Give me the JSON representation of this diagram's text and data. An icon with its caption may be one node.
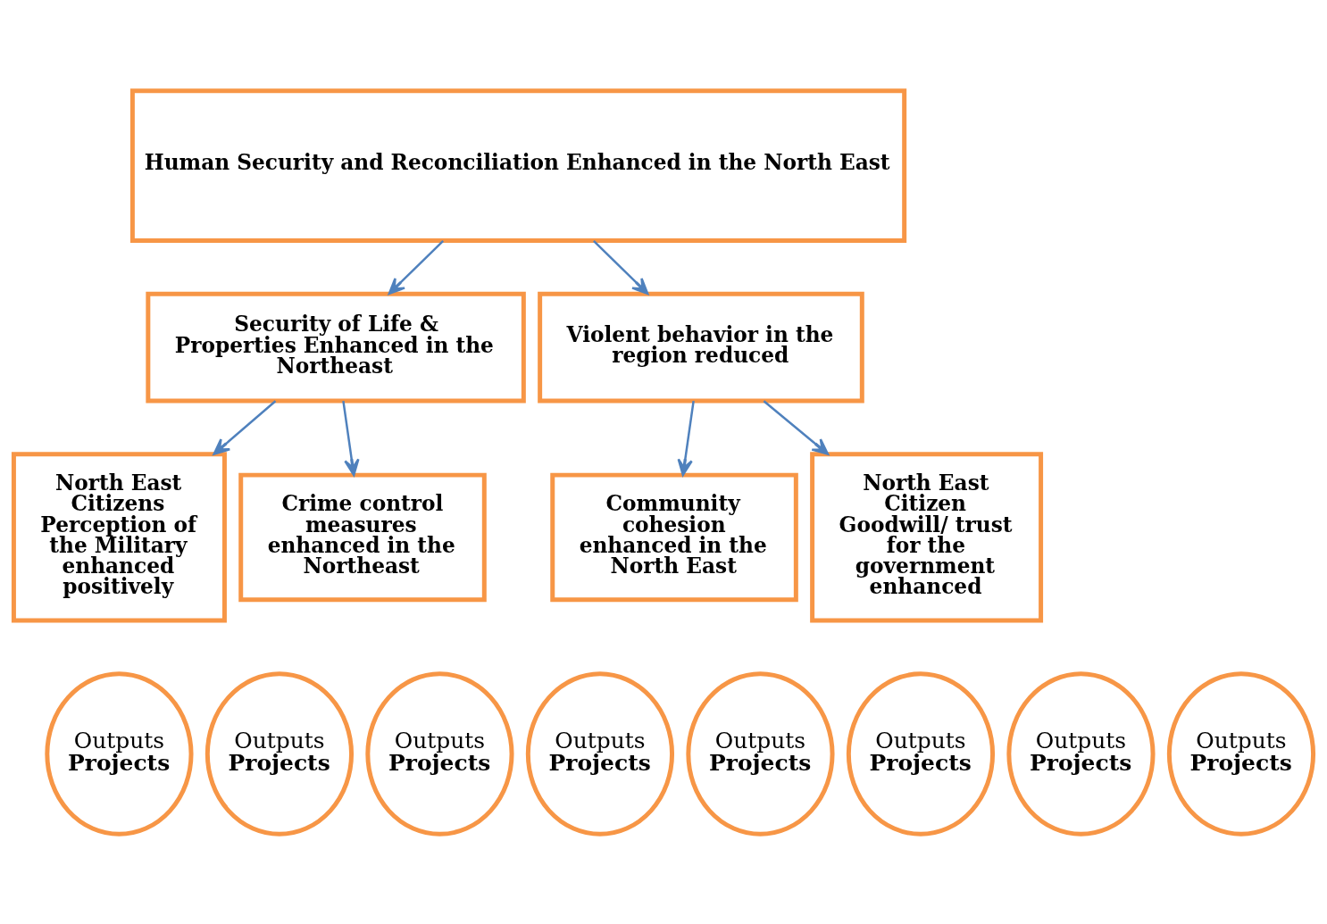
{
  "diagram": {
    "nodes": [
      {
        "text": [
          "Human Security and Reconciliation Enhanced in the North East"
        ]
      },
      {
        "text": [
          "Security of Life & Properties Enhanced in the Northeast"
        ]
      },
      {
        "text": [
          "Violent behavior in the region reduced"
        ]
      },
      {
        "text": [
          "North East Citizens Perception of the Military enhanced positively"
        ]
      },
      {
        "text": [
          "Crime control measures enhanced in the Northeast"
        ]
      },
      {
        "text": [
          "Community cohesion enhanced in the North East"
        ]
      },
      {
        "text": [
          "North East Citizen Goodwill/ trust for the government enhanced"
        ]
      },
      {
        "text": [
          "Outputs",
          "Projects"
        ]
      },
      {
        "text": [
          "Outputs",
          "Projects"
        ]
      },
      {
        "text": [
          "Outputs",
          "Projects"
        ]
      },
      {
        "text": [
          "Outputs",
          "Projects"
        ]
      },
      {
        "text": [
          "Outputs",
          "Projects"
        ]
      },
      {
        "text": [
          "Outputs",
          "Projects"
        ]
      },
      {
        "text": [
          "Outputs",
          "Projects"
        ]
      },
      {
        "text": [
          "Outputs",
          "Projects"
        ]
      }
    ],
    "edges": [
      {
        "from": 0,
        "to": 1,
        "arrow": "to"
      },
      {
        "from": 0,
        "to": 2,
        "arrow": "to"
      },
      {
        "from": 1,
        "to": 3,
        "arrow": "to"
      },
      {
        "from": 1,
        "to": 4,
        "arrow": "to"
      },
      {
        "from": 2,
        "to": 5,
        "arrow": "to"
      },
      {
        "from": 2,
        "to": 6,
        "arrow": "to"
      }
    ]
  }
}
